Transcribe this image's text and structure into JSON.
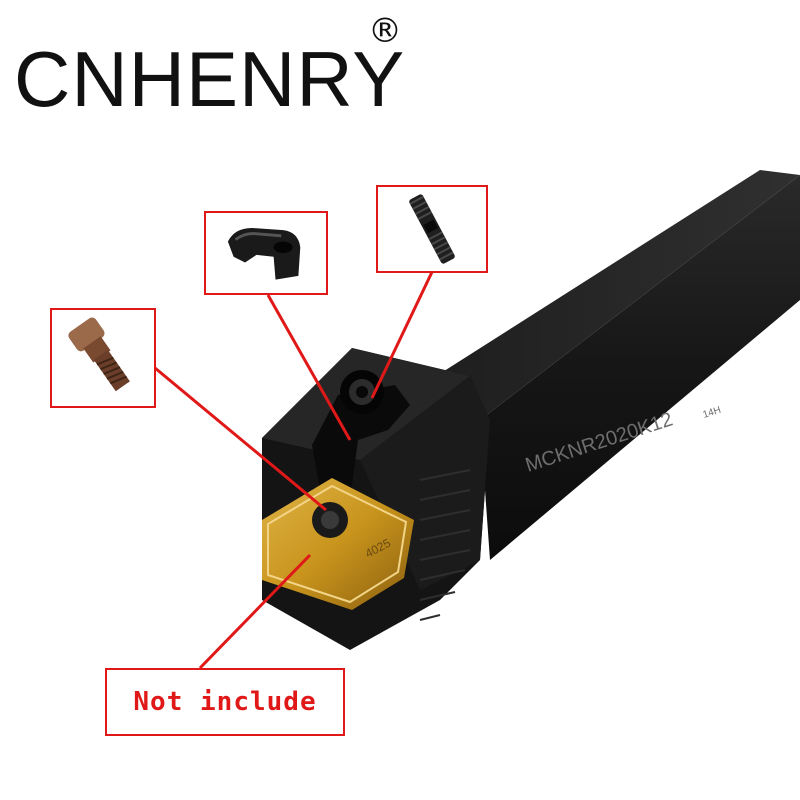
{
  "brand": {
    "name": "CNHENRY",
    "registered_mark": "®"
  },
  "tool": {
    "model_engraving": "MCKNR2020K12",
    "sub_engraving": "14H",
    "insert_engraving": "4025"
  },
  "note": {
    "label": "Not include"
  },
  "colors": {
    "callout_red": "#e01818",
    "holder_black": "#141414",
    "insert_gold": "#c8941c",
    "pin_bronze": "#7a4a30"
  },
  "callouts": [
    {
      "icon": "lock-pin-icon"
    },
    {
      "icon": "clamp-icon"
    },
    {
      "icon": "screw-icon"
    }
  ]
}
